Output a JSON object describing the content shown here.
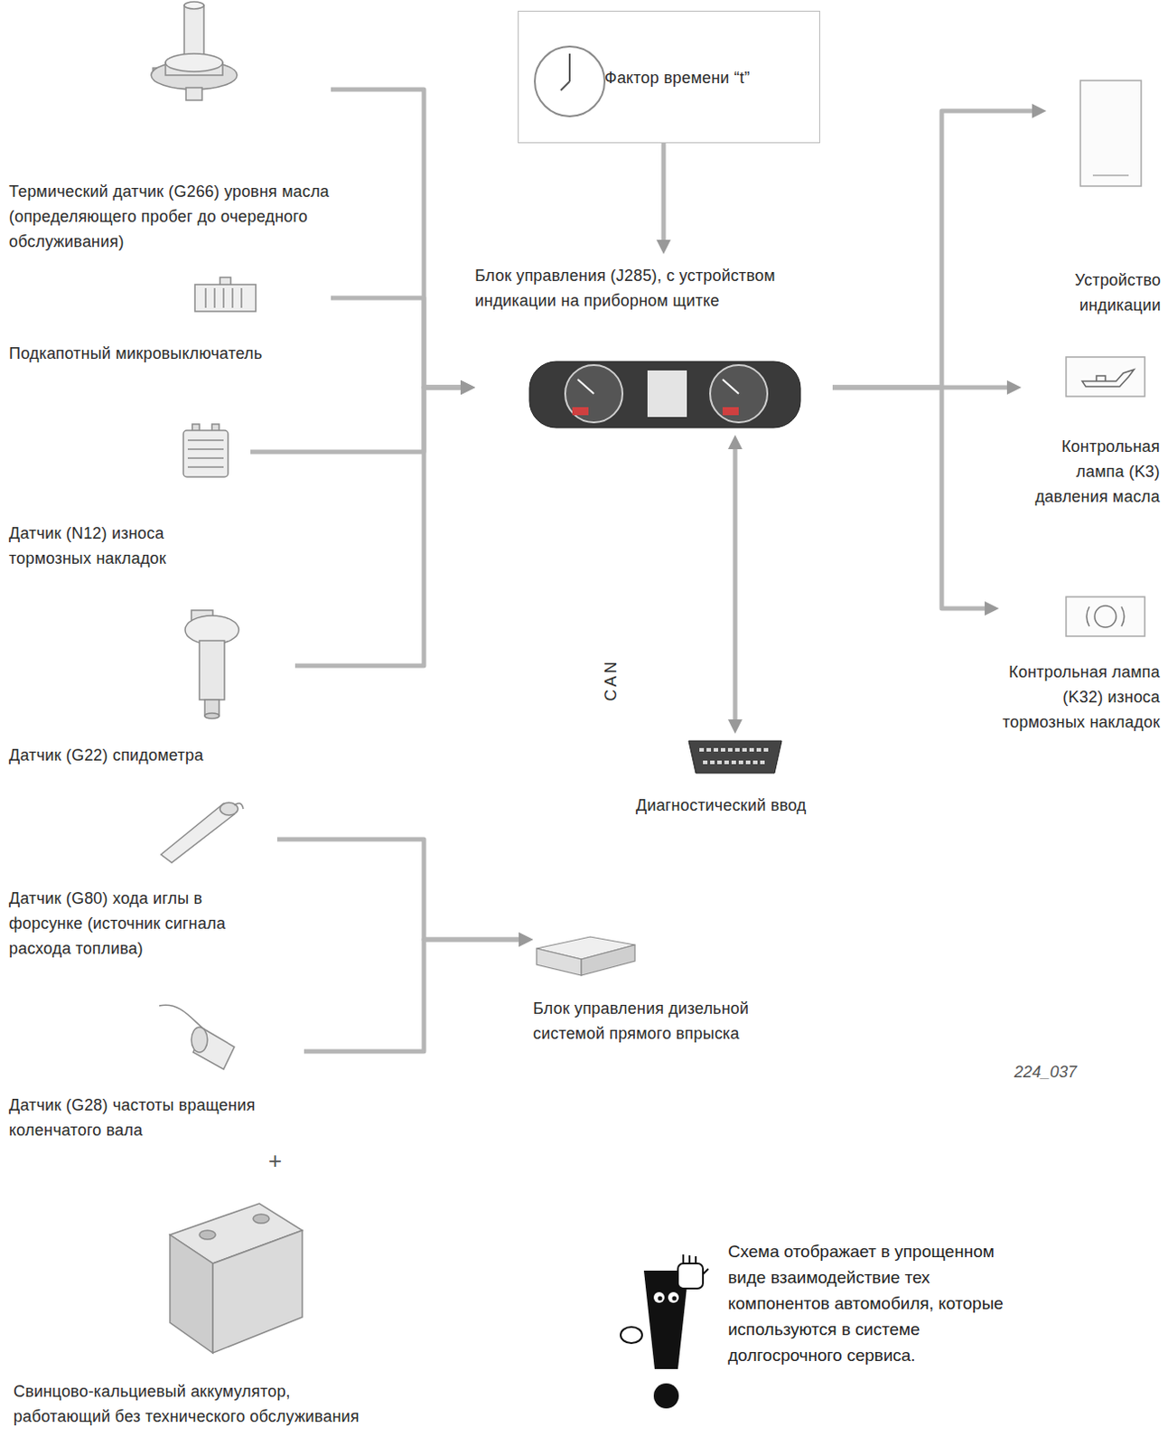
{
  "diagram": {
    "nodes": [
      {
        "text": [
          "Термический датчик (G266) уровня масла (определяющего пробег до очередного обслуживания)"
        ]
      },
      {
        "text": [
          "Фактор времени “t”"
        ]
      },
      {
        "text": [
          "Блок управления (J285), с устройством индикации на приборном щитке"
        ]
      },
      {
        "text": [
          "Устройство индикации"
        ]
      },
      {
        "text": [
          "Подкапотный микровыключатель"
        ]
      },
      {
        "text": [
          "Контрольная лампа (K3) давления масла"
        ]
      },
      {
        "text": [
          "Датчик (N12) износа тормозных накладок"
        ]
      },
      {
        "text": [
          "Контрольная лампа (K32) износа тормозных накладок"
        ]
      },
      {
        "text": [
          "Датчик (G22) спидометра"
        ]
      },
      {
        "text": [
          "Диагностический ввод"
        ]
      },
      {
        "text": [
          "Датчик (G80) хода иглы в форсунке (источник сигнала расхода топлива)"
        ]
      },
      {
        "text": [
          "Блок управления дизельной системой прямого впрыска"
        ]
      },
      {
        "text": [
          "Датчик (G28) частоты вращения коленчатого вала"
        ]
      },
      {
        "text": [
          "Свинцово-кальциевый аккумулятор, работающий без технического обслуживания"
        ]
      }
    ],
    "edges": [
      {
        "from": 0,
        "to": 2,
        "arrow": "to"
      },
      {
        "from": 4,
        "to": 2,
        "arrow": "to"
      },
      {
        "from": 6,
        "to": 2,
        "arrow": "to"
      },
      {
        "from": 8,
        "to": 2,
        "arrow": "to"
      },
      {
        "from": 1,
        "to": 2,
        "arrow": "to"
      },
      {
        "from": 2,
        "to": 3,
        "arrow": "to"
      },
      {
        "from": 2,
        "to": 5,
        "arrow": "to"
      },
      {
        "from": 2,
        "to": 7,
        "arrow": "to"
      },
      {
        "from": 2,
        "to": 9,
        "label": "CAN",
        "arrow": "both"
      },
      {
        "from": 10,
        "to": 11,
        "arrow": "to"
      },
      {
        "from": 12,
        "to": 11,
        "arrow": "to"
      }
    ],
    "labels": [
      "+",
      "224_037",
      "Схема отображает в упрощенном виде взаимодействие тех компонентов автомобиля, которые используются в системе долгосрочного сервиса."
    ]
  }
}
